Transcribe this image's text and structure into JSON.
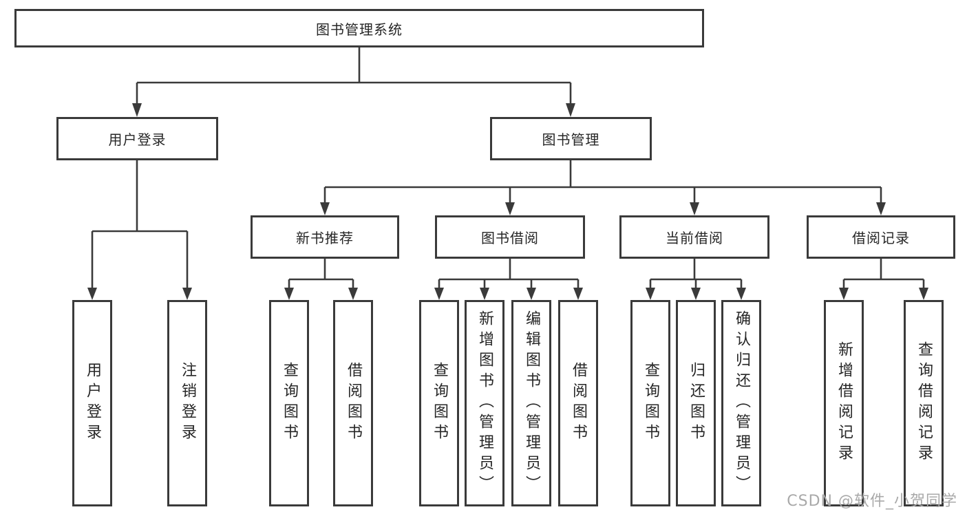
{
  "diagram_title": "图书管理系统",
  "tree": {
    "label": "图书管理系统",
    "children": [
      {
        "label": "用户登录",
        "children": [
          {
            "label": "用户登录"
          },
          {
            "label": "注销登录"
          }
        ]
      },
      {
        "label": "图书管理",
        "children": [
          {
            "label": "新书推荐",
            "children": [
              {
                "label": "查询图书"
              },
              {
                "label": "借阅图书"
              }
            ]
          },
          {
            "label": "图书借阅",
            "children": [
              {
                "label": "查询图书"
              },
              {
                "label": "新增图书（管理员）"
              },
              {
                "label": "编辑图书（管理员）"
              },
              {
                "label": "借阅图书"
              }
            ]
          },
          {
            "label": "当前借阅",
            "children": [
              {
                "label": "查询图书"
              },
              {
                "label": "归还图书"
              },
              {
                "label": "确认归还（管理员）"
              }
            ]
          },
          {
            "label": "借阅记录",
            "children": [
              {
                "label": "新增借阅记录"
              },
              {
                "label": "查询借阅记录"
              }
            ]
          }
        ]
      }
    ]
  },
  "watermark": "CSDN @软件_小贺同学",
  "colors": {
    "line": "#3a3a3a",
    "box_fill": "#ffffff",
    "text": "#262626",
    "watermark": "#a9a9a9"
  }
}
